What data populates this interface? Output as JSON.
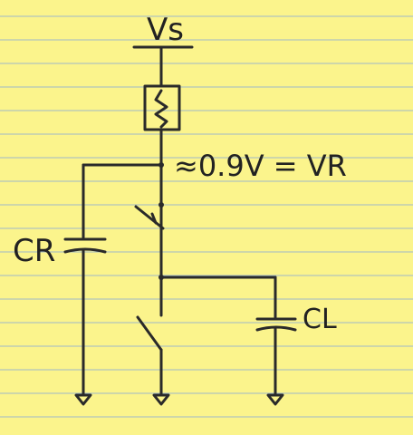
{
  "diagram": {
    "supply_label": "Vs",
    "reference_voltage_label": "≈0.9V = VR",
    "reference_capacitor_label": "CR",
    "load_capacitor_label": "CL"
  },
  "colors": {
    "paper": "#fbf48c",
    "rule_lines": "#9fb9c9",
    "ink": "#2a2a2a"
  }
}
